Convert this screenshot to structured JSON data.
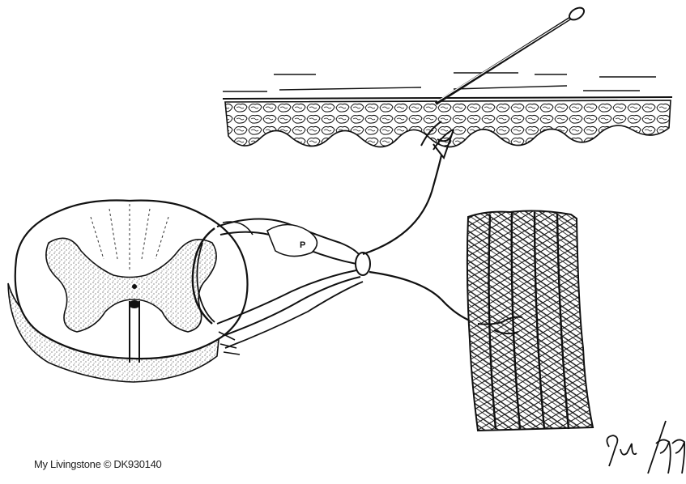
{
  "figure": {
    "label_p": "P",
    "credit": "My Livingstone © DK930140",
    "signature": "9u/97",
    "colors": {
      "ink": "#111111",
      "paper": "#ffffff",
      "stipple": "#444444"
    }
  }
}
